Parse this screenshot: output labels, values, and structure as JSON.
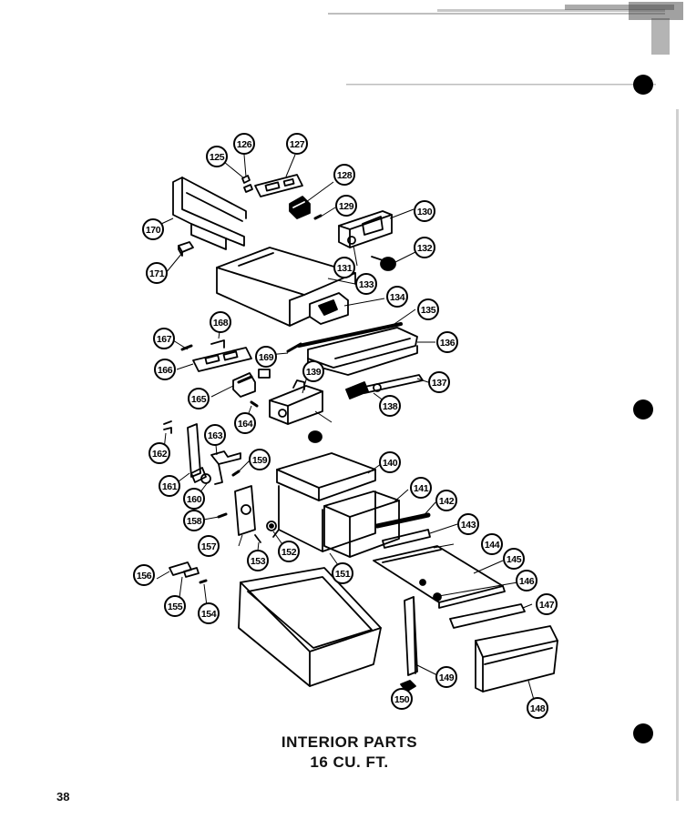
{
  "caption": {
    "line1": "INTERIOR PARTS",
    "line2": "16 CU. FT."
  },
  "page_number": "38",
  "callouts": [
    "125",
    "126",
    "127",
    "128",
    "129",
    "130",
    "131",
    "132",
    "133",
    "134",
    "135",
    "136",
    "137",
    "138",
    "139",
    "140",
    "141",
    "142",
    "143",
    "144",
    "145",
    "146",
    "147",
    "148",
    "149",
    "150",
    "151",
    "152",
    "153",
    "154",
    "155",
    "156",
    "157",
    "158",
    "159",
    "160",
    "161",
    "162",
    "163",
    "164",
    "165",
    "166",
    "167",
    "168",
    "169",
    "170",
    "171"
  ]
}
